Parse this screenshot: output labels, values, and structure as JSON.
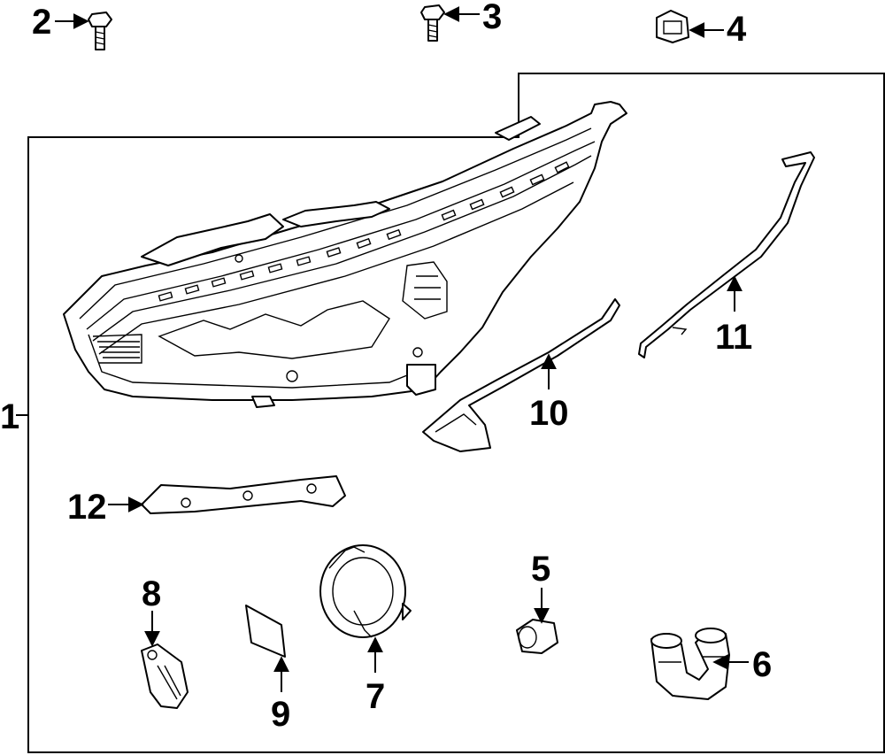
{
  "callouts": [
    {
      "id": "1",
      "text": "1",
      "part": "headlamp-assembly"
    },
    {
      "id": "2",
      "text": "2",
      "part": "flange-bolt"
    },
    {
      "id": "3",
      "text": "3",
      "part": "bolt"
    },
    {
      "id": "4",
      "text": "4",
      "part": "clip-nut"
    },
    {
      "id": "5",
      "text": "5",
      "part": "bulb-socket"
    },
    {
      "id": "6",
      "text": "6",
      "part": "hose-connector"
    },
    {
      "id": "7",
      "text": "7",
      "part": "access-cover-ring"
    },
    {
      "id": "8",
      "text": "8",
      "part": "mounting-bracket-small"
    },
    {
      "id": "9",
      "text": "9",
      "part": "label-pad"
    },
    {
      "id": "10",
      "text": "10",
      "part": "lower-trim-strip"
    },
    {
      "id": "11",
      "text": "11",
      "part": "seal-strip"
    },
    {
      "id": "12",
      "text": "12",
      "part": "mounting-bracket-long"
    }
  ]
}
